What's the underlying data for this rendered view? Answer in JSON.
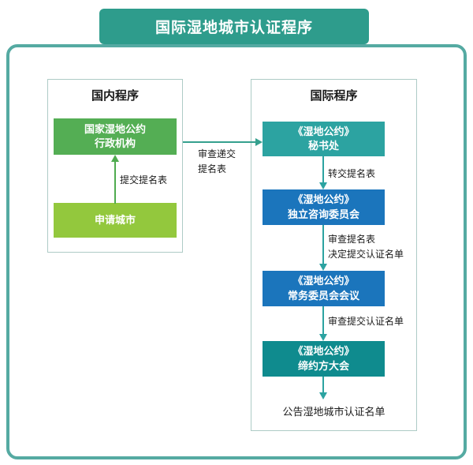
{
  "title": "国际湿地城市认证程序",
  "domestic": {
    "header": "国内程序",
    "boxes": {
      "agency": "国家湿地公约\n行政机构",
      "city": "申请城市"
    },
    "labels": {
      "submit": "提交提名表"
    }
  },
  "cross": {
    "label": "审查递交\n提名表"
  },
  "international": {
    "header": "国际程序",
    "boxes": {
      "secretariat": "《湿地公约》\n秘书处",
      "advisory": "《湿地公约》\n独立咨询委员会",
      "standing": "《湿地公约》\n常务委员会会议",
      "cop": "《湿地公约》\n缔约方大会"
    },
    "labels": {
      "forward": "转交提名表",
      "review_decide": "审查提名表\n决定提交认证名单",
      "review_list": "审查提交认证名单",
      "announce": "公告湿地城市认证名单"
    }
  },
  "colors": {
    "outer_border": "#55AAA2",
    "banner": "#2E9C8C",
    "agency_green": "#54AE54",
    "city_green": "#93C83D",
    "teal_box": "#2CA3A1",
    "blue_box": "#1B75BC",
    "cop_teal": "#0F8B8E",
    "arrow_green": "#4FAB4F",
    "arrow_tealgreen": "#35A08E",
    "arrow_teal": "#2CA3A1",
    "panel_border": "#AECBC6"
  }
}
